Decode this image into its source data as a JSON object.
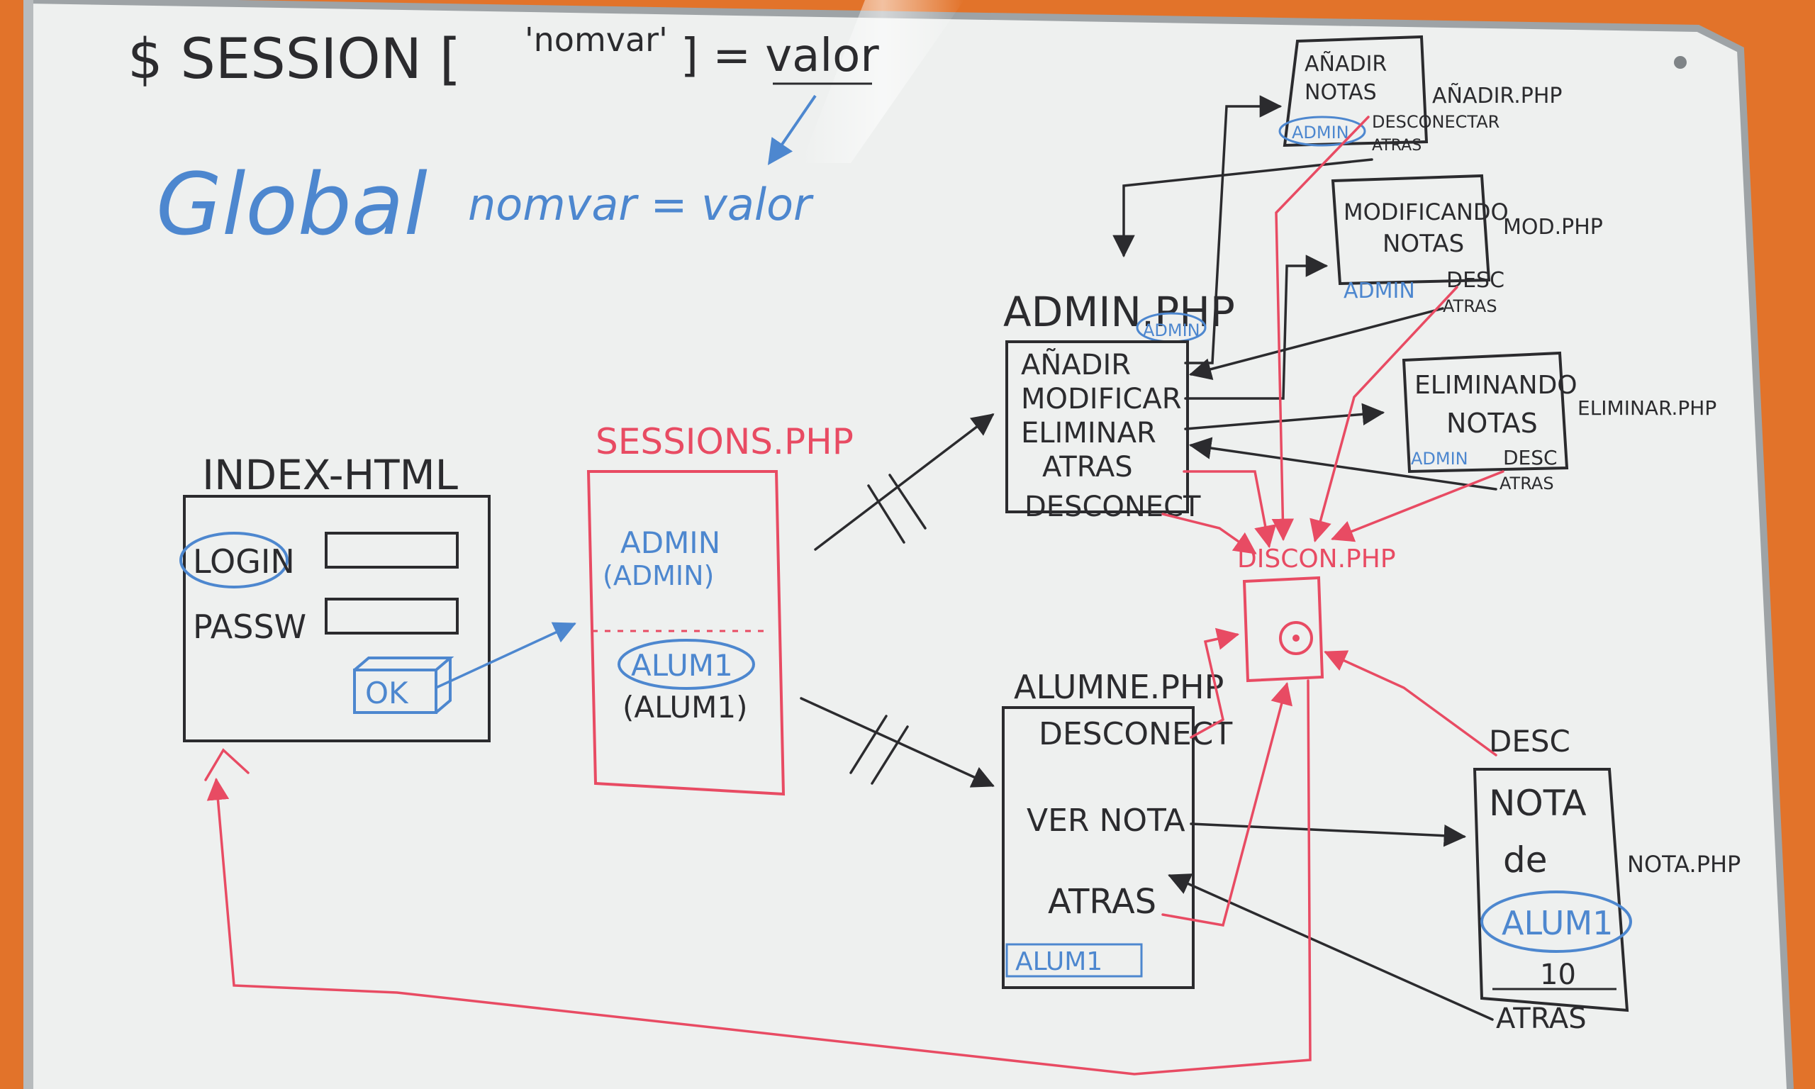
{
  "colors": {
    "black": "#2b2b2e",
    "red": "#e84b63",
    "blue": "#4d87cf",
    "board": "#eef0ef",
    "frame": "#9ea3a6",
    "wall": "#e2732a"
  },
  "header": {
    "session_prefix": "$ SESSION [",
    "session_key": "'nomvar'",
    "session_suffix": "] = valor",
    "global_word": "Global",
    "global_expr": "nomvar = valor"
  },
  "index": {
    "title": "INDEX-HTML",
    "login_label": "LOGIN",
    "passw_label": "PASSW",
    "ok_label": "OK"
  },
  "sessions": {
    "title": "SESSIONS.PHP",
    "admin_value": "ADMIN",
    "admin_paren": "(ADMIN)",
    "alumno_value": "ALUM1",
    "alumno_paren": "(ALUM1)"
  },
  "admin": {
    "title": "ADMIN.PHP",
    "badge": "ADMIN",
    "items": [
      "AÑADIR",
      "MODIFICAR",
      "ELIMINAR",
      "ATRAS",
      "DESCONECT"
    ]
  },
  "anadir": {
    "line1": "AÑADIR",
    "line2": "NOTAS",
    "badge": "ADMIN",
    "desc": "DESCONECTAR",
    "atras": "ATRAS",
    "file": "AÑADIR.PHP"
  },
  "modificar": {
    "line1": "MODIFICANDO",
    "line2": "NOTAS",
    "badge": "ADMIN",
    "desc": "DESC",
    "atras": "ATRAS",
    "file": "MOD.PHP"
  },
  "eliminar": {
    "line1": "ELIMINANDO",
    "line2": "NOTAS",
    "badge": "ADMIN",
    "desc": "DESC",
    "atras": "ATRAS",
    "file": "ELIMINAR.PHP"
  },
  "discon": {
    "title": "DISCON.PHP"
  },
  "alumne": {
    "title": "ALUMNE.PHP",
    "desconect": "DESCONECT",
    "ver_nota": "VER NOTA",
    "atras": "ATRAS",
    "badge": "ALUM1"
  },
  "nota": {
    "desc": "DESC",
    "line1": "NOTA",
    "line2": "de",
    "badge": "ALUM1",
    "value": "10",
    "atras": "ATRAS",
    "file": "NOTA.PHP"
  }
}
